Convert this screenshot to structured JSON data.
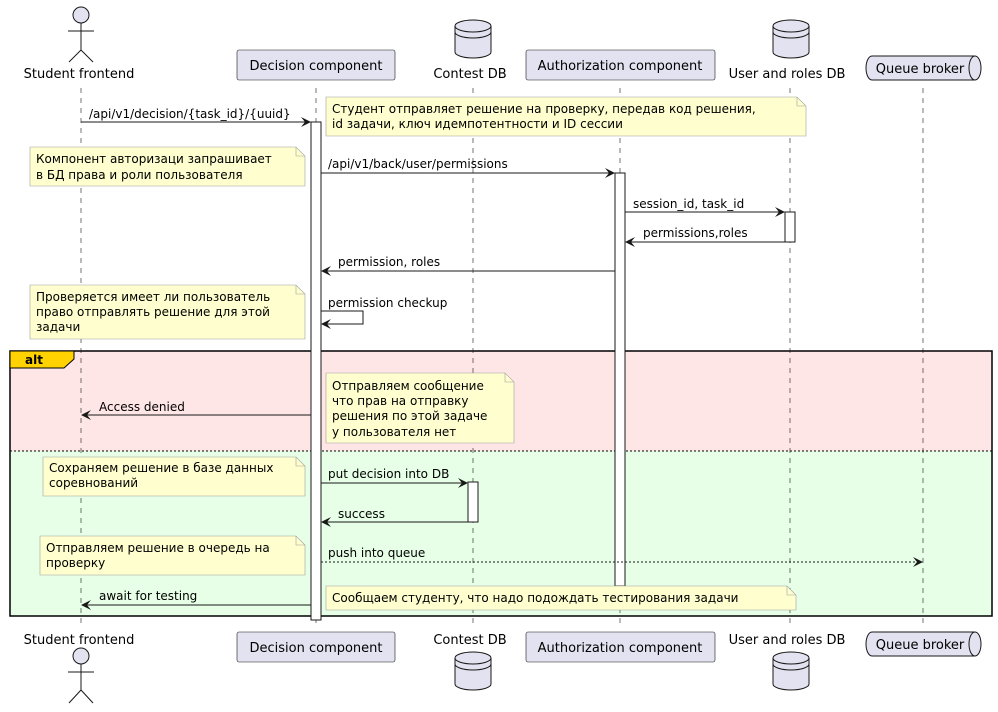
{
  "participants": {
    "student": "Student frontend",
    "decision": "Decision component",
    "contest_db": "Contest DB",
    "auth": "Authorization component",
    "user_db": "User and roles DB",
    "queue": "Queue broker"
  },
  "messages": [
    "/api/v1/decision/{task_id}/{uuid}",
    "/api/v1/back/user/permissions",
    "session_id, task_id",
    "permissions,roles",
    "permission, roles",
    "permission checkup",
    "Access denied",
    "put decision into DB",
    "success",
    "push into queue",
    "await for testing"
  ],
  "notes": [
    [
      "Студент отправляет решение на проверку, передав код решения,",
      "id задачи, ключ идемпотентности и ID сессии"
    ],
    [
      "Компонент авторизаци запрашивает",
      "в БД права и роли пользователя"
    ],
    [
      "Проверяется имеет ли пользователь",
      "право отправлять решение для этой",
      "задачи"
    ],
    [
      "Отправляем сообщение",
      "что прав на отправку",
      "решения по этой задаче",
      "у пользователя нет"
    ],
    [
      "Сохраняем решение в базе данных",
      "соревнований"
    ],
    [
      "Отправляем решение в очередь на",
      "проверку"
    ],
    [
      "Сообщаем студенту, что надо подождать тестирования задачи"
    ]
  ],
  "alt_label": "alt",
  "colors": {
    "participant_fill": "#e2e2f0",
    "note_fill": "#fefece",
    "alt_branch_1": "#ffe6e6",
    "alt_branch_2": "#e6ffe6",
    "alt_tag": "#ffd200"
  }
}
